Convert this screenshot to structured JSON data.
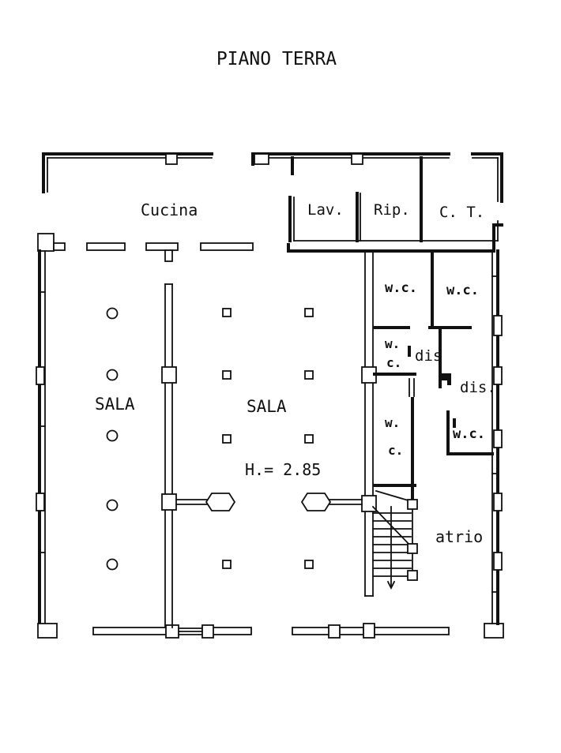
{
  "title": "PIANO TERRA",
  "rooms": {
    "cucina": "Cucina",
    "lav": "Lav.",
    "rip": "Rip.",
    "ct": "C. T.",
    "wc1": "w.c.",
    "wc2": "w.c.",
    "wc3_line1": "w.",
    "wc3_line2": "c.",
    "dis1": "dis",
    "dis2": "dis.",
    "wc4_line1": "w.",
    "wc4_line2": "c.",
    "wc5": "w.c.",
    "sala_left": "SALA",
    "sala_center": "SALA",
    "height": "H.= 2.85",
    "atrio": "atrio"
  },
  "colors": {
    "ink": "#111111",
    "paper": "#ffffff"
  }
}
